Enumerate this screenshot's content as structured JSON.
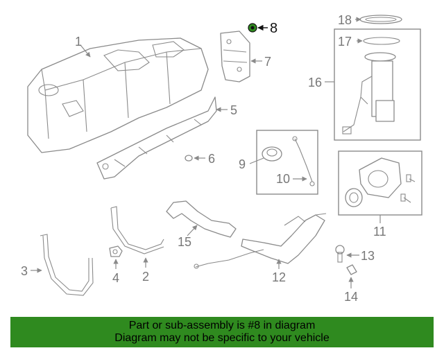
{
  "callouts": {
    "c1": "1",
    "c2": "2",
    "c3": "3",
    "c4": "4",
    "c5": "5",
    "c6": "6",
    "c7": "7",
    "c8": "8",
    "c9": "9",
    "c10": "10",
    "c11": "11",
    "c12": "12",
    "c13": "13",
    "c14": "14",
    "c15": "15",
    "c16": "16",
    "c17": "17",
    "c18": "18"
  },
  "highlight": {
    "part_number": "8",
    "color": "#2f8a1f"
  },
  "banner": {
    "line1": "Part or sub-assembly is #8 in diagram",
    "line2": "Diagram may not be specific to your vehicle",
    "background": "#2f8a1f"
  }
}
